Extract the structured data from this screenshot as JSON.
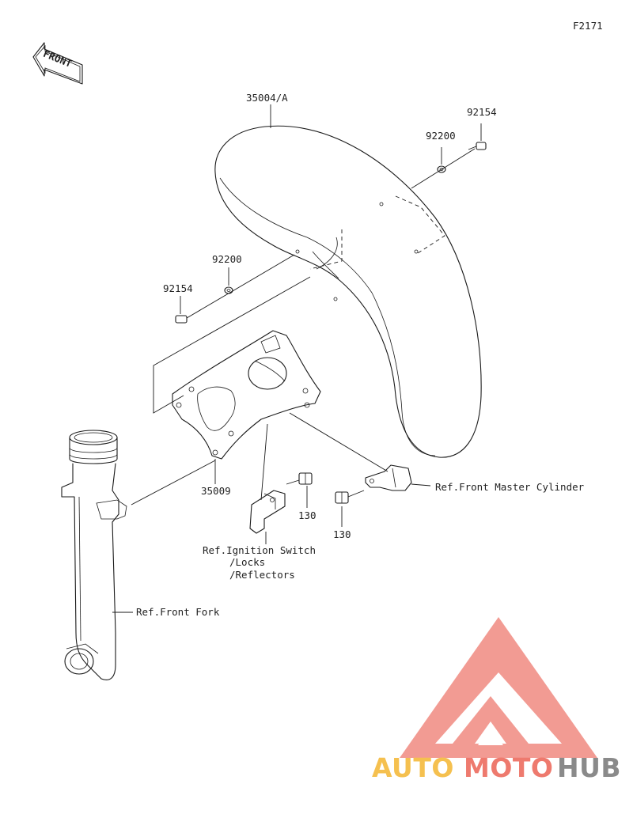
{
  "diagram": {
    "figure_code": "F2171",
    "front_arrow_label": "FRONT",
    "labels": {
      "fender": "35004/A",
      "bolt_top": "92154",
      "washer_top": "92200",
      "washer_left": "92200",
      "bolt_left": "92154",
      "bracket": "35009",
      "bolt_a": "130",
      "bolt_b": "130",
      "ref_master_cylinder": "Ref.Front Master Cylinder",
      "ref_ignition_1": "Ref.Ignition Switch",
      "ref_ignition_2": "/Locks",
      "ref_ignition_3": "/Reflectors",
      "ref_front_fork": "Ref.Front Fork"
    }
  },
  "watermark": {
    "word_1": "AUTO",
    "word_2": "MOTO",
    "word_3": "HUB",
    "colors": {
      "logo": "#f08a80",
      "auto": "#f5c04f",
      "moto": "#ee7a6e",
      "hub": "#8a8a8a"
    }
  }
}
